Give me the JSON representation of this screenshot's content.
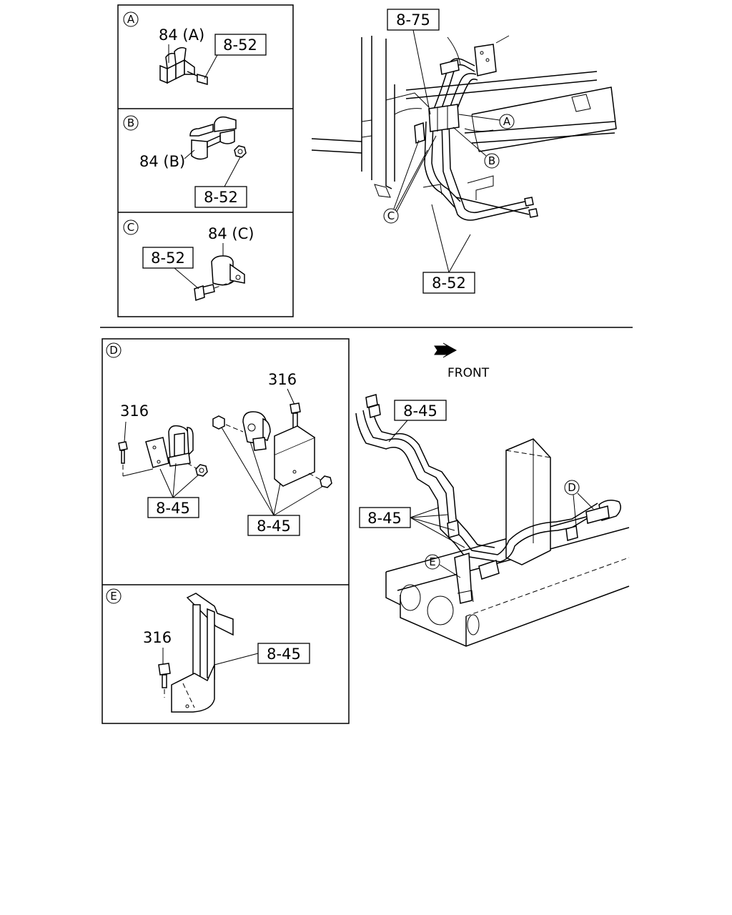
{
  "detail_a": {
    "letter": "A",
    "part_label": "84 (A)",
    "ref": "8-52"
  },
  "detail_b": {
    "letter": "B",
    "part_label": "84 (B)",
    "ref": "8-52"
  },
  "detail_c": {
    "letter": "C",
    "part_label": "84 (C)",
    "ref": "8-52"
  },
  "detail_d": {
    "letter": "D",
    "bolt_left": "316",
    "bolt_right": "316",
    "ref_left": "8-45",
    "ref_right": "8-45"
  },
  "detail_e": {
    "letter": "E",
    "bolt": "316",
    "ref": "8-45"
  },
  "top_view": {
    "ref_top": "8-75",
    "ref_bottom": "8-52",
    "callout_a": "A",
    "callout_b": "B",
    "callout_c": "C"
  },
  "bottom_view": {
    "front_label": "FRONT",
    "ref_upper": "8-45",
    "ref_middle": "8-45",
    "callout_d": "D",
    "callout_e": "E"
  }
}
